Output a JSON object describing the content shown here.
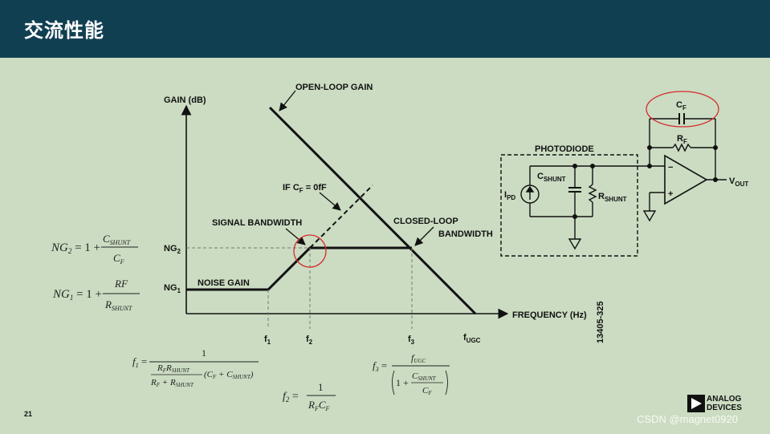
{
  "header": {
    "title": "交流性能"
  },
  "graph": {
    "y_axis_label": "GAIN (dB)",
    "x_axis_label": "FREQUENCY (Hz)",
    "open_loop_label": "OPEN-LOOP GAIN",
    "if_cf_label": "IF C",
    "if_cf_sub": "F",
    "if_cf_val": " = 0fF",
    "signal_bw_label": "SIGNAL BANDWIDTH",
    "closed_loop_label": "CLOSED-LOOP",
    "bandwidth_label": "BANDWIDTH",
    "noise_gain_label": "NOISE GAIN",
    "ng2": "NG",
    "ng2_sub": "2",
    "ng1": "NG",
    "ng1_sub": "1",
    "f1": "f",
    "f1_sub": "1",
    "f2": "f",
    "f2_sub": "2",
    "f3": "f",
    "f3_sub": "3",
    "fugc": "f",
    "fugc_sub": "UGC",
    "figure_id": "13405-325"
  },
  "circuit": {
    "photodiode_label": "PHOTODIODE",
    "cf": "C",
    "cf_sub": "F",
    "rf": "R",
    "rf_sub": "F",
    "cshunt": "C",
    "cshunt_sub": "SHUNT",
    "rshunt": "R",
    "rshunt_sub": "SHUNT",
    "ipd": "I",
    "ipd_sub": "PD",
    "vout": "V",
    "vout_sub": "OUT",
    "minus": "−",
    "plus": "+"
  },
  "formulas": {
    "ng2_lhs": "NG",
    "ng2_lhs_sub": "2",
    "ng2_eq": " = 1 + ",
    "ng2_num": "C",
    "ng2_num_sub": "SHUNT",
    "ng2_den": "C",
    "ng2_den_sub": "F",
    "ng1_lhs": "NG",
    "ng1_lhs_sub": "1",
    "ng1_eq": " = 1 + ",
    "ng1_num": "RF",
    "ng1_den": "R",
    "ng1_den_sub": "SHUNT",
    "f1_lhs": "f",
    "f1_lhs_sub": "1",
    "f1_eq": " = ",
    "f1_num": "1",
    "f1_inner_num": "R",
    "f1_inner_num_sub1": "F",
    "f1_inner_num_mid": "R",
    "f1_inner_num_sub2": "SHUNT",
    "f1_inner_den": "R",
    "f1_inner_den_sub1": "F",
    "f1_inner_den_mid": " + R",
    "f1_inner_den_sub2": "SHUNT",
    "f1_paren": "(C",
    "f1_paren_sub1": "F",
    "f1_paren_mid": " + C",
    "f1_paren_sub2": "SHUNT",
    "f1_paren_close": ")",
    "f2_lhs": "f",
    "f2_lhs_sub": "2",
    "f2_eq": " = ",
    "f2_num": "1",
    "f2_den": "R",
    "f2_den_sub1": "F",
    "f2_den_mid": "C",
    "f2_den_sub2": "F",
    "f3_lhs": "f",
    "f3_lhs_sub": "3",
    "f3_eq": " = ",
    "f3_num": "f",
    "f3_num_sub": "UGC",
    "f3_den_pre": "1 + ",
    "f3_den_num": "C",
    "f3_den_num_sub": "SHUNT",
    "f3_den_den": "C",
    "f3_den_den_sub": "F"
  },
  "footer": {
    "page_number": "21",
    "logo_line1": "ANALOG",
    "logo_line2": "DEVICES",
    "watermark": "CSDN @magnet0920"
  },
  "colors": {
    "header_bg": "#113f52",
    "slide_bg": "#cbdcc2",
    "highlight": "#d42a2a"
  }
}
